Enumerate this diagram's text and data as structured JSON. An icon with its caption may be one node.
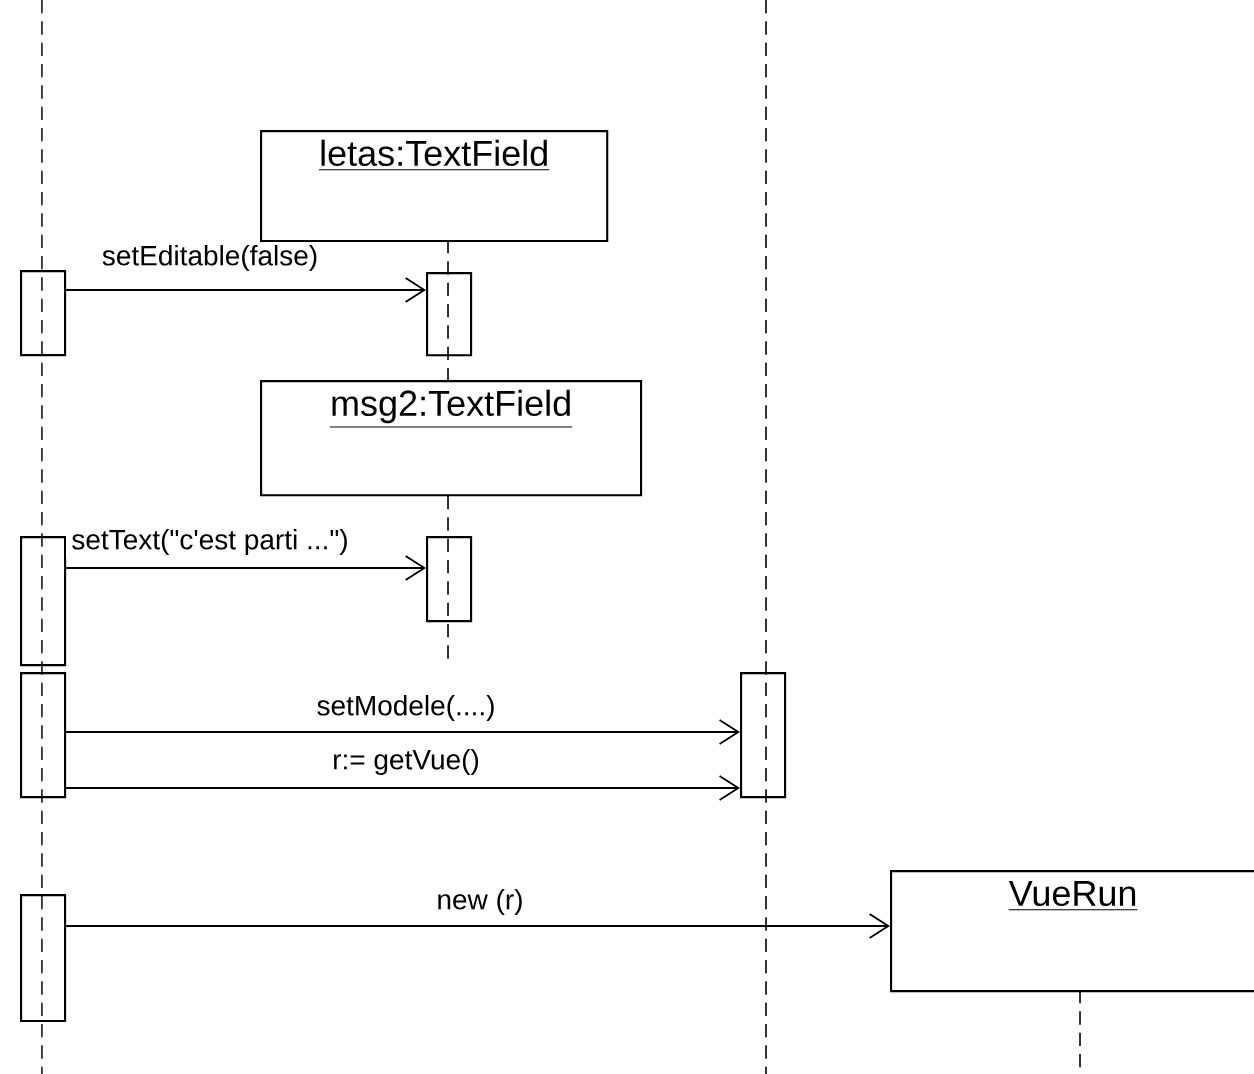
{
  "diagram": {
    "nodes": [
      {
        "text": [
          "letas:TextField"
        ]
      },
      {
        "text": [],
        "shape": "bar"
      },
      {
        "text": [],
        "shape": "bar"
      },
      {
        "text": [
          "msg2:TextField"
        ]
      },
      {
        "text": [],
        "shape": "bar"
      },
      {
        "text": [],
        "shape": "bar"
      },
      {
        "text": [],
        "shape": "bar"
      },
      {
        "text": [],
        "shape": "bar"
      },
      {
        "text": [
          "VueRun"
        ]
      },
      {
        "text": [],
        "shape": "bar"
      }
    ],
    "edges": [
      {
        "from": 1,
        "to": 2,
        "arrow": "to",
        "label": "setEditable(false)"
      },
      {
        "from": 4,
        "to": 5,
        "arrow": "to",
        "label": "setText(\"c'est parti ...\")"
      },
      {
        "from": 6,
        "to": 7,
        "arrow": "to",
        "label": "setModele(....)"
      },
      {
        "from": 6,
        "to": 7,
        "arrow": "to",
        "label": "r:= getVue()"
      },
      {
        "from": 9,
        "to": 8,
        "arrow": "to",
        "label": "new (r)"
      }
    ]
  }
}
